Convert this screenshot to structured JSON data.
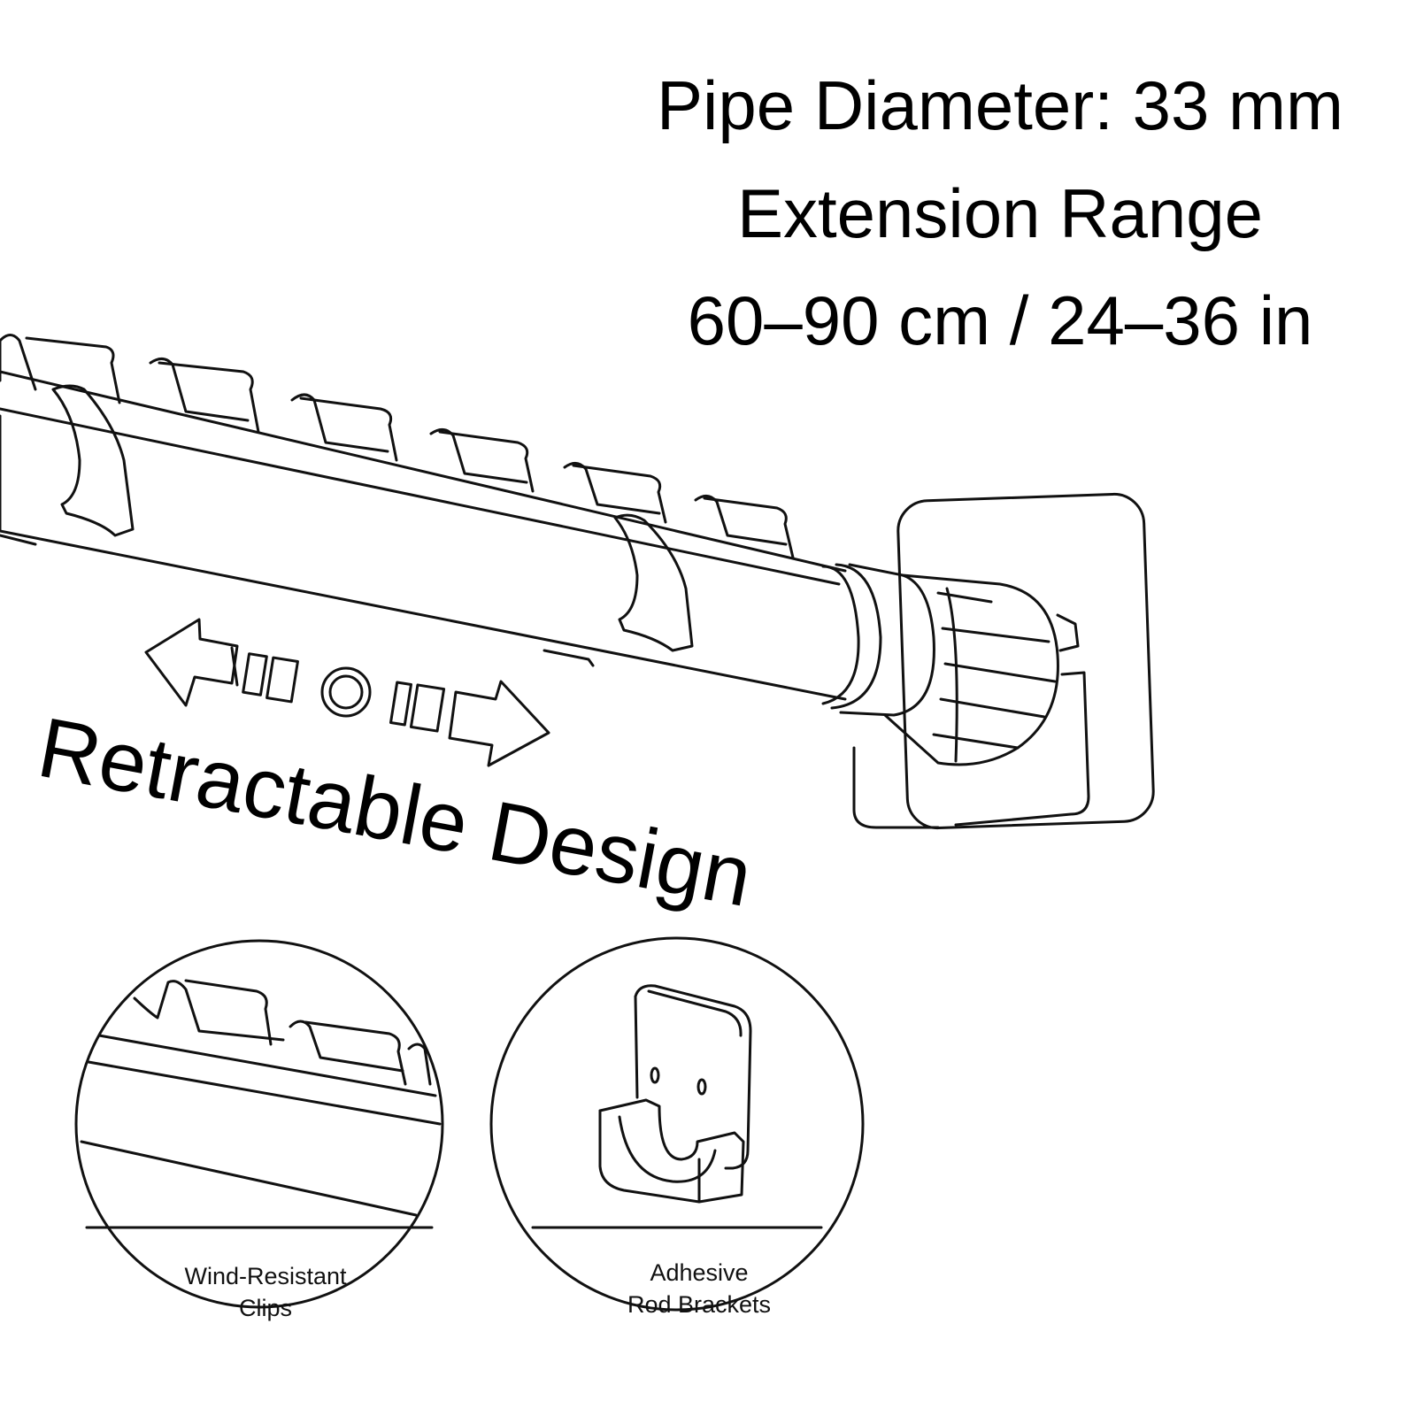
{
  "specs": {
    "diameter": "Pipe Diameter: 33 mm",
    "range_title": "Extension Range",
    "range_values": "60–90 cm / 24–36 in"
  },
  "feature": {
    "label": "Retractable Design"
  },
  "details": [
    {
      "line1": "Wind-Resistant",
      "line2": "Clips"
    },
    {
      "line1": "Adhesive",
      "line2": "Rod Brackets"
    }
  ],
  "colors": {
    "line": "#111111",
    "background": "#ffffff"
  }
}
